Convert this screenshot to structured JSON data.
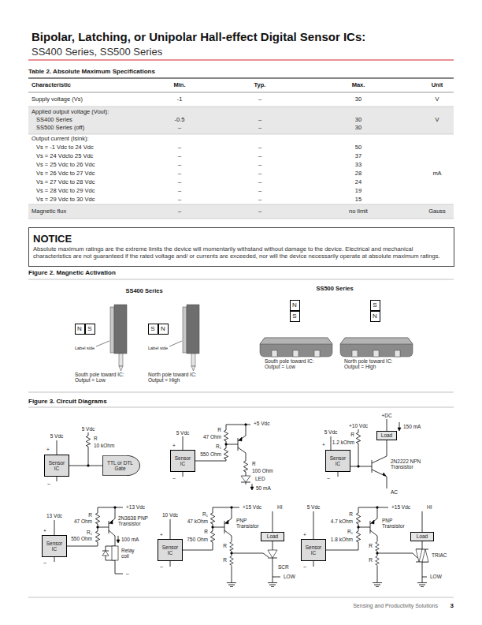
{
  "diagram": {
    "title": "Bipolar, Latching, or Unipolar Hall-effect Digital Sensor ICs:",
    "nodes": [
      {
        "text": [
          "NOTICE",
          "Absolute maximum ratings are the extreme limits the device will momentarily withstand without damage to the device. Electrical and mechanical characteristics are not guaranteed if the rated voltage and/ or currents are exceeded, nor will the device necessarily operate at absolute maximum ratings."
        ]
      },
      {
        "text": [
          "N"
        ]
      },
      {
        "text": [
          "S"
        ]
      },
      {
        "text": [
          "S"
        ]
      },
      {
        "text": [
          "N"
        ]
      },
      {
        "text": [
          "N"
        ]
      },
      {
        "text": [
          "S"
        ]
      },
      {
        "text": [
          "S"
        ]
      },
      {
        "text": [
          "N"
        ]
      },
      {
        "text": [
          "Sensor IC"
        ]
      },
      {
        "text": [
          "TTL or DTL Gate"
        ]
      },
      {
        "text": [
          "Sensor IC"
        ]
      },
      {
        "text": [
          "Load"
        ]
      },
      {
        "text": [
          "Sensor IC"
        ]
      },
      {
        "text": [
          "Sensor IC"
        ]
      },
      {
        "text": [
          "Sensor IC"
        ]
      },
      {
        "text": [
          "Load"
        ]
      },
      {
        "text": [
          "Sensor IC"
        ]
      },
      {
        "text": [
          "Load"
        ]
      }
    ],
    "edges": [
      {
        "from": 9,
        "to": 10,
        "arrow": "none"
      }
    ],
    "labels": [
      "SS400 Series, SS500 Series",
      "Table 2. Absolute Maximum Specifications",
      "Characteristic",
      "Min.",
      "Typ.",
      "Max.",
      "Unit",
      "Supply voltage (Vs)",
      "-1",
      "–",
      "30",
      "V",
      "Applied output voltage (Vout):",
      "SS400 Series",
      "SS500 Series (off)",
      "-0.5",
      "–",
      "–",
      "–",
      "30",
      "30",
      "V",
      "Output current (Isink):",
      "Vs = -1 Vdc to 24 Vdc",
      "Vs = 24 Vdcto 25 Vdc",
      "Vs = 25 Vdc to 26 Vdc",
      "Vs = 26 Vdc to 27 Vdc",
      "Vs = 27 Vdc to 28 Vdc",
      "Vs = 28 Vdc to 29 Vdc",
      "Vs = 29 Vdc to 30 Vdc",
      "–",
      "–",
      "–",
      "–",
      "–",
      "–",
      "–",
      "–",
      "–",
      "–",
      "–",
      "–",
      "–",
      "–",
      "50",
      "37",
      "33",
      "28",
      "24",
      "19",
      "15",
      "mA",
      "Magnetic flux",
      "–",
      "–",
      "no limit",
      "Gauss",
      "Figure 2. Magnetic Activation",
      "SS400 Series",
      "SS500 Series",
      "Label side",
      "Label side",
      "South pole toward IC: Output = Low",
      "North pole toward IC: Output = High",
      "South pole toward IC: Output = Low",
      "North pole toward IC: Output = High",
      "Figure 3. Circuit Diagrams",
      "5 Vdc",
      "+",
      "–",
      "5 Vdc",
      "R",
      "10 kOhm",
      "+5 Vdc",
      "5 Vdc",
      "+",
      "–",
      "R",
      "47 Ohm",
      "R₁",
      "550 Ohm",
      "R",
      "100 Ohm",
      "LED",
      "50 mA",
      "+DC",
      "150 mA",
      "+10 Vdc",
      "5 Vdc",
      "+",
      "–",
      "R",
      "1.2 kOhm",
      "2N2222 NPN Transistor",
      "AC",
      "13 Vdc",
      "+13 Vdc",
      "+",
      "–",
      "R",
      "47 Ohm",
      "R₁",
      "550 Ohm",
      "2N3638 PNP Transistor",
      "100 mA",
      "Relay coil",
      "–",
      "10 Vdc",
      "+15 Vdc",
      "HI",
      "+",
      "–",
      "R₁",
      "47 kOhm",
      "R",
      "750 Ohm",
      "PNP Transistor",
      "R",
      "R",
      "SCR",
      "LOW",
      "5 Vdc",
      "+15 Vdc",
      "HI",
      "+",
      "–",
      "R",
      "4.7 kOhm",
      "R₁",
      "1.8 kOhm",
      "PNP Transistor",
      "R",
      "R",
      "TRIAC",
      "LOW",
      "Sensing and Productivity Solutions",
      "3"
    ]
  }
}
